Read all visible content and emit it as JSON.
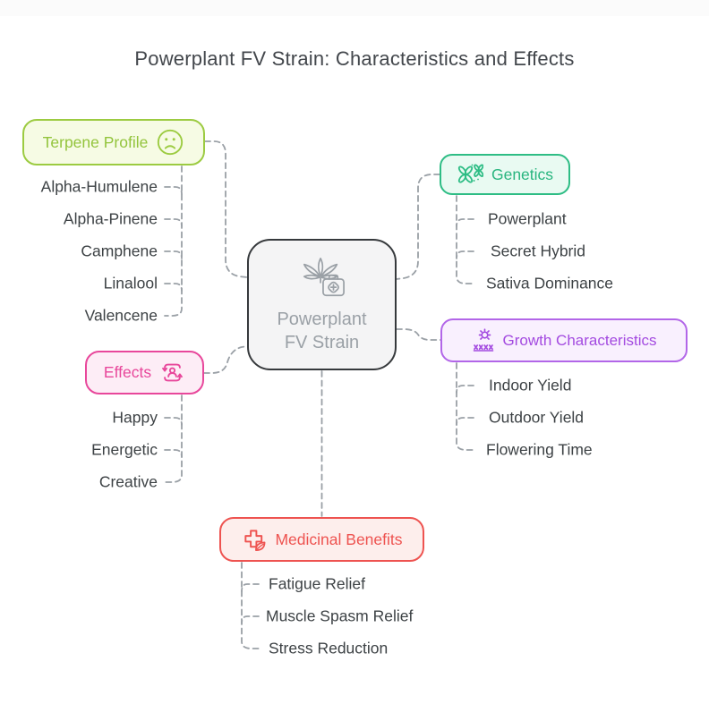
{
  "title": "Powerplant FV Strain: Characteristics and Effects",
  "center": {
    "label_line1": "Powerplant",
    "label_line2": "FV Strain",
    "icon": "cannabis-medkit-icon",
    "border_color": "#36393c",
    "background": "#f4f4f5",
    "text_color": "#9aa0a6"
  },
  "connector_color": "#9aa0a6",
  "branches": {
    "terpene": {
      "label": "Terpene Profile",
      "icon": "confused-face-icon",
      "color": "#93c43c",
      "background": "#f6fbe4",
      "items": [
        "Alpha-Humulene",
        "Alpha-Pinene",
        "Camphene",
        "Linalool",
        "Valencene"
      ]
    },
    "genetics": {
      "label": "Genetics",
      "icon": "chromosome-icon",
      "color": "#29b57f",
      "background": "#e9faf2",
      "items": [
        "Powerplant",
        "Secret Hybrid",
        "Sativa Dominance"
      ]
    },
    "growth": {
      "label": "Growth Characteristics",
      "icon": "sun-crops-icon",
      "color": "#a34ae0",
      "background": "#f9f0fe",
      "items": [
        "Indoor Yield",
        "Outdoor Yield",
        "Flowering Time"
      ]
    },
    "effects": {
      "label": "Effects",
      "icon": "person-sync-icon",
      "color": "#e8479b",
      "background": "#fdedf6",
      "items": [
        "Happy",
        "Energetic",
        "Creative"
      ]
    },
    "medicinal": {
      "label": "Medicinal Benefits",
      "icon": "medical-cross-leaf-icon",
      "color": "#ee5350",
      "background": "#fdeeec",
      "items": [
        "Fatigue Relief",
        "Muscle Spasm Relief",
        "Stress Reduction"
      ]
    }
  }
}
